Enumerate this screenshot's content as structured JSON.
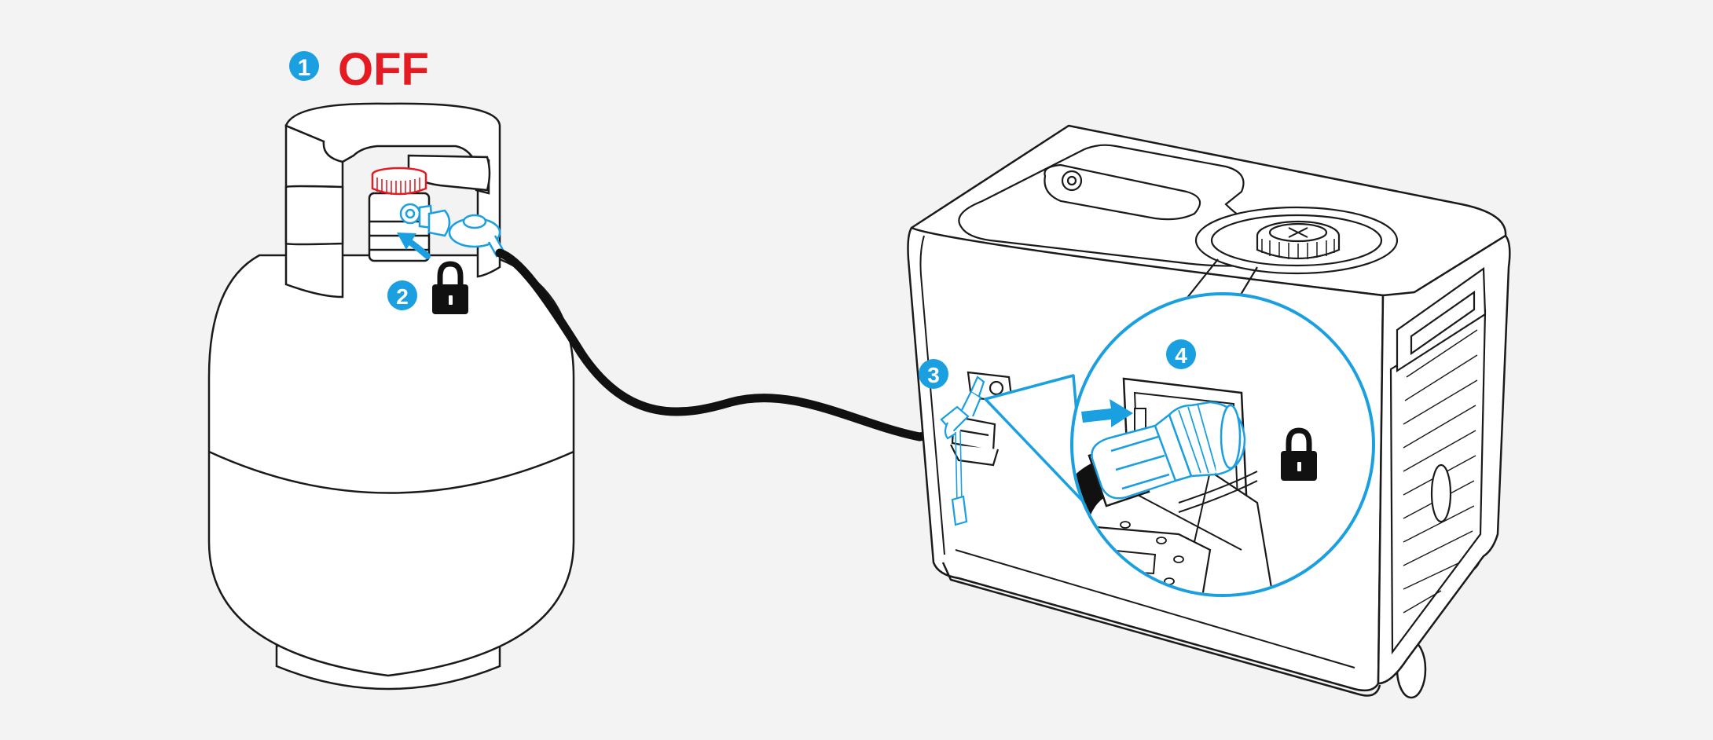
{
  "colors": {
    "background": "#f3f3f3",
    "line": "#1a1a1a",
    "accent_blue": "#1a9fe0",
    "accent_red": "#e41b23",
    "hose": "#111111",
    "fill": "#ffffff"
  },
  "steps": {
    "step1": {
      "number": "1",
      "label": "OFF"
    },
    "step2": {
      "number": "2"
    },
    "step3": {
      "number": "3"
    },
    "step4": {
      "number": "4"
    }
  },
  "icons": [
    "lock-icon",
    "push-arrow-icon",
    "rotate-arrow-icon"
  ]
}
